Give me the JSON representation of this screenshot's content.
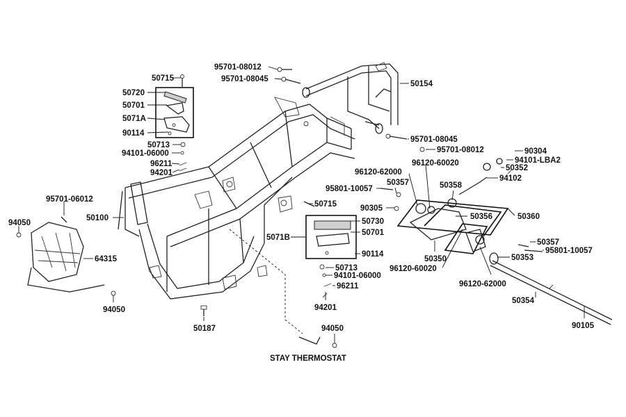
{
  "labels": {
    "p50715a": "50715",
    "p50720": "50720",
    "p50701a": "50701",
    "p5071A": "5071A",
    "p90114a": "90114",
    "p50713a": "50713",
    "p94101a": "94101-06000",
    "p96211a": "96211",
    "p94201a": "94201",
    "p95701_08012a": "95701-08012",
    "p95701_08045a": "95701-08045",
    "p50154": "50154",
    "p95701_08045b": "95701-08045",
    "p95701_08012b": "95701-08012",
    "p90304": "90304",
    "p94101_LBA2": "94101-LBA2",
    "p50352": "50352",
    "p96120_62000a": "96120-62000",
    "p96120_60020a": "96120-60020",
    "p94102": "94102",
    "p95801a": "95801-10057",
    "p50357a": "50357",
    "p50358": "50358",
    "p90305": "90305",
    "p50356": "50356",
    "p50360": "50360",
    "p95701_06012": "95701-06012",
    "p50715b": "50715",
    "p50100": "50100",
    "p94050a": "94050",
    "p50730": "50730",
    "p50701b": "50701",
    "p5071B": "5071B",
    "p90114b": "90114",
    "p64315": "64315",
    "p50350": "50350",
    "p50357b": "50357",
    "p95801b": "95801-10057",
    "p50353": "50353",
    "p96120_60020b": "96120-60020",
    "p96120_62000b": "96120-62000",
    "p50713b": "50713",
    "p94101b": "94101-06000",
    "p96211b": "96211",
    "p94050b": "94050",
    "p94201b": "94201",
    "p50354": "50354",
    "p50187": "50187",
    "p94050c": "94050",
    "p90105": "90105",
    "stay": "STAY THERMOSTAT"
  }
}
